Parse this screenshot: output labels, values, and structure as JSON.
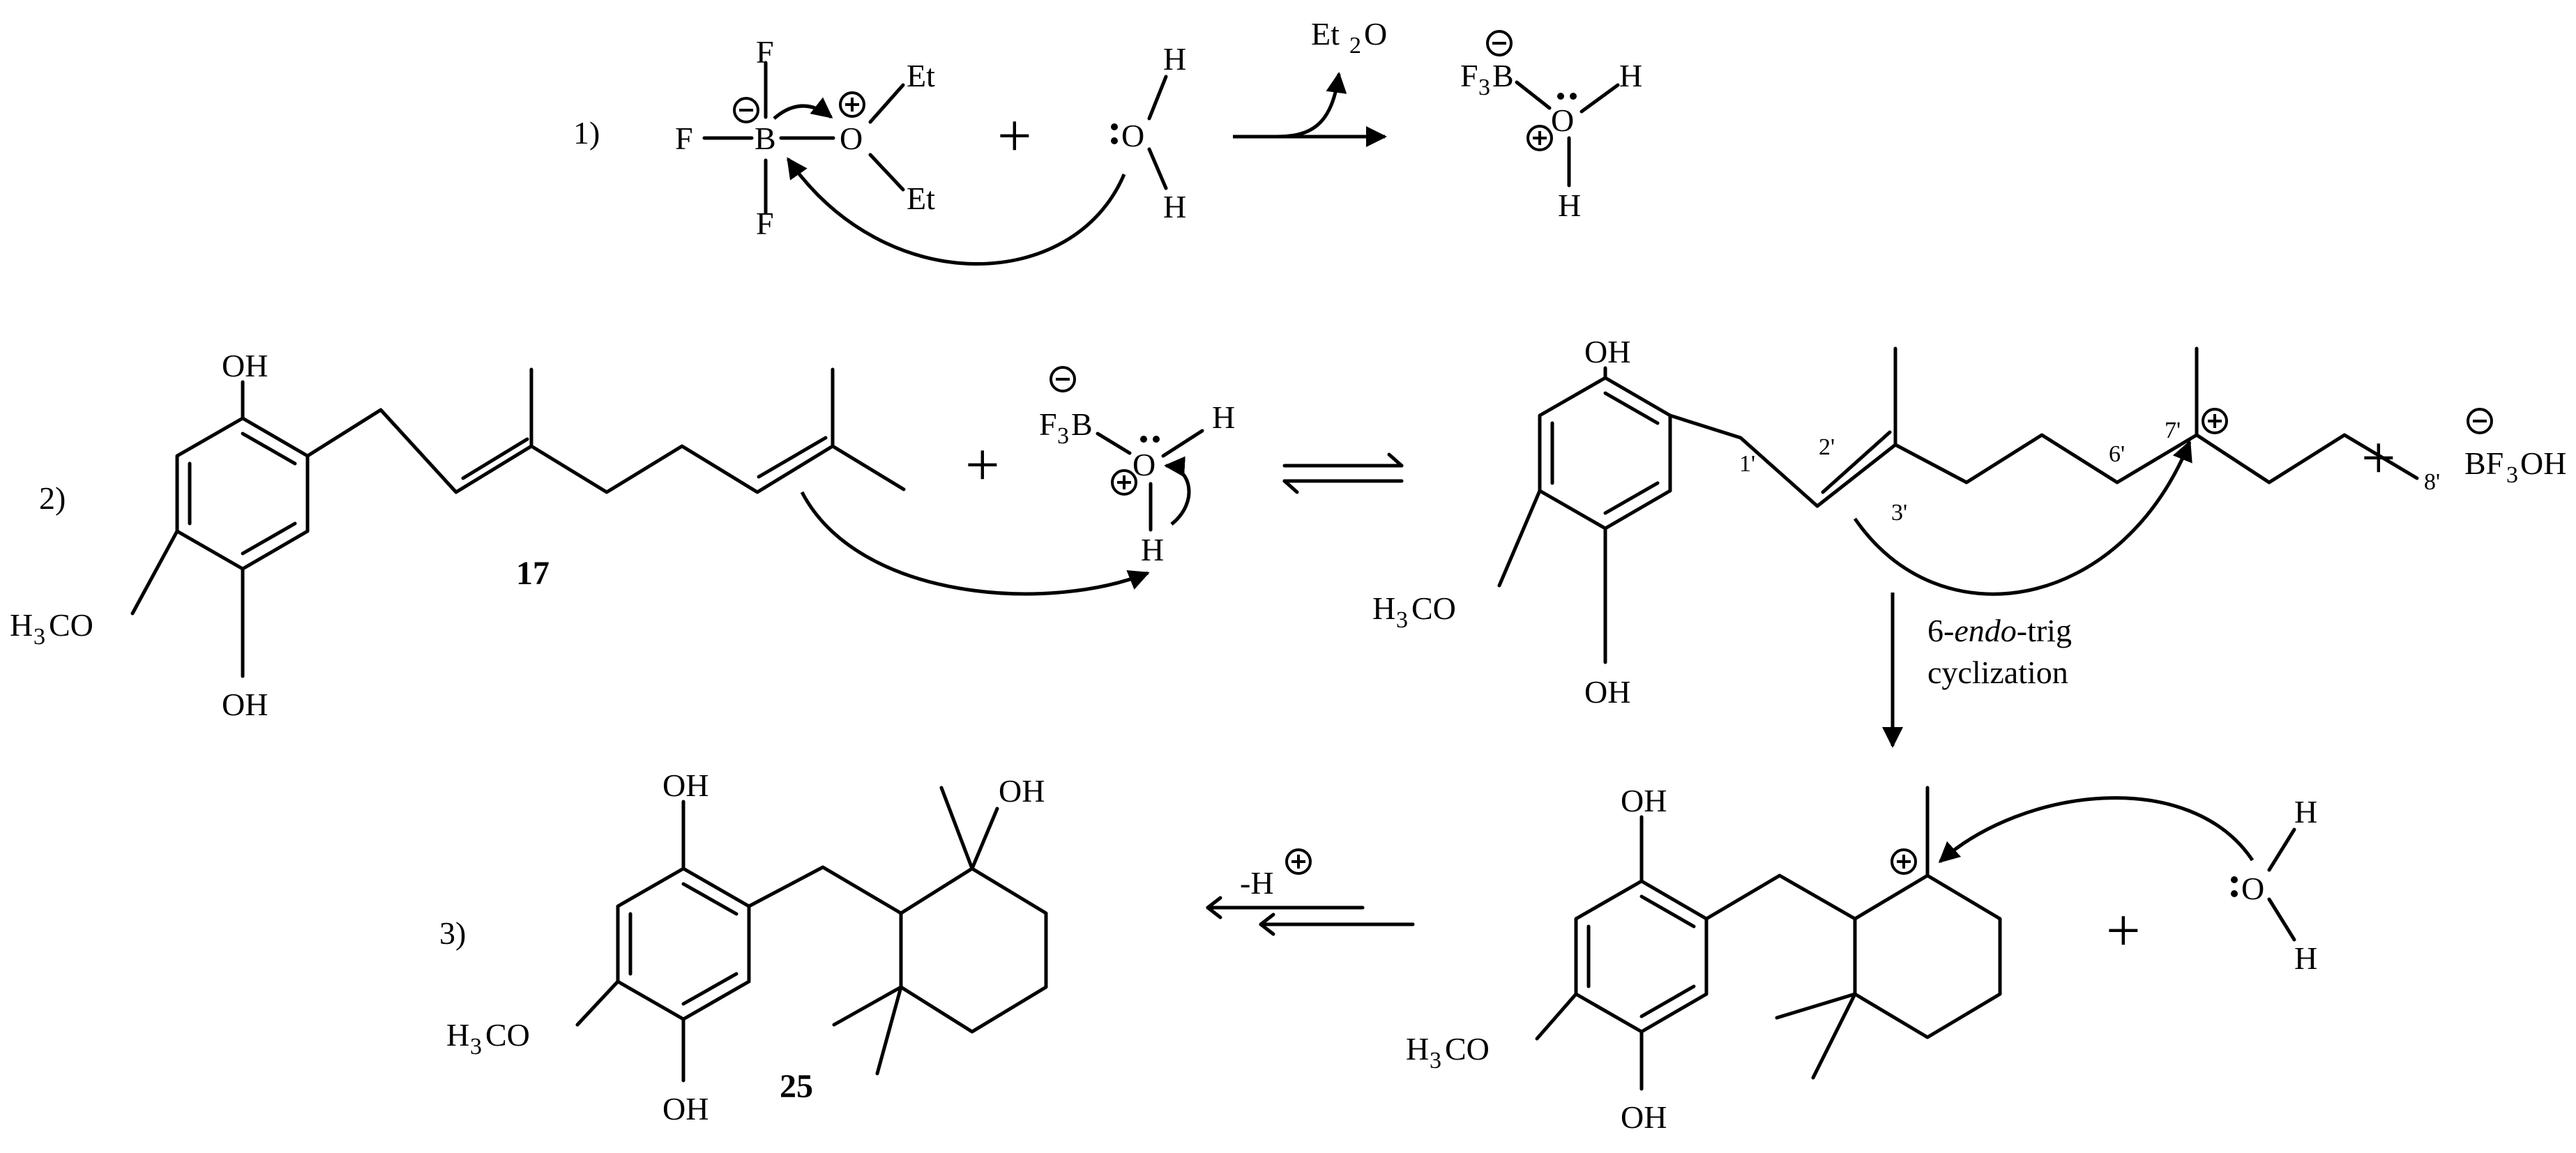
{
  "steps": {
    "s1": "1)",
    "s2": "2)",
    "s3": "3)"
  },
  "atoms": {
    "F": "F",
    "B": "B",
    "O": "O",
    "H": "H",
    "Et": "Et",
    "OH": "OH",
    "H3C_main": "H",
    "H3C_sub": "3",
    "H3C_tail": "CO"
  },
  "reagents": {
    "et2o_main": "Et",
    "et2o_sub": "2",
    "et2o_tail": "O",
    "f3b_main": "F",
    "f3b_sub": "3",
    "f3b_tail": "B",
    "bf3oh_main": "BF",
    "bf3oh_sub": "3",
    "bf3oh_tail": "OH"
  },
  "positions": {
    "p1": "1'",
    "p2": "2'",
    "p3": "3'",
    "p6": "6'",
    "p7": "7'",
    "p8": "8'"
  },
  "compounds": {
    "c17": "17",
    "c25": "25"
  },
  "conditions": {
    "cyc_num": "6-",
    "cyc_italic": "endo",
    "cyc_rest": "-trig",
    "cyc_line2": "cyclization",
    "deprot_main": "-H"
  },
  "operators": {
    "plus": "+"
  }
}
